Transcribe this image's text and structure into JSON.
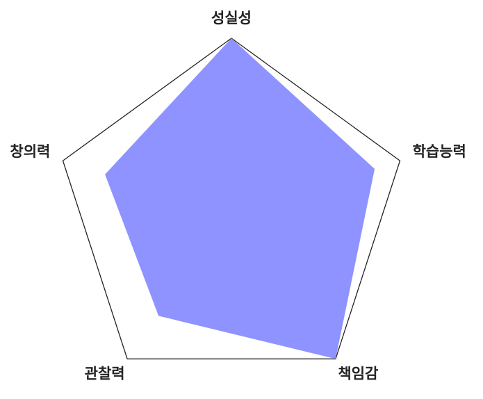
{
  "chart_data": {
    "type": "radar",
    "axes": [
      "성실성",
      "학습능력",
      "책임감",
      "관찰력",
      "창의력"
    ],
    "values": [
      1.0,
      0.85,
      1.0,
      0.7,
      0.75
    ],
    "range": [
      0,
      1
    ],
    "grid": false,
    "legend": "none",
    "colors": {
      "fill": "#8f93ff",
      "outline": "#222222"
    }
  }
}
